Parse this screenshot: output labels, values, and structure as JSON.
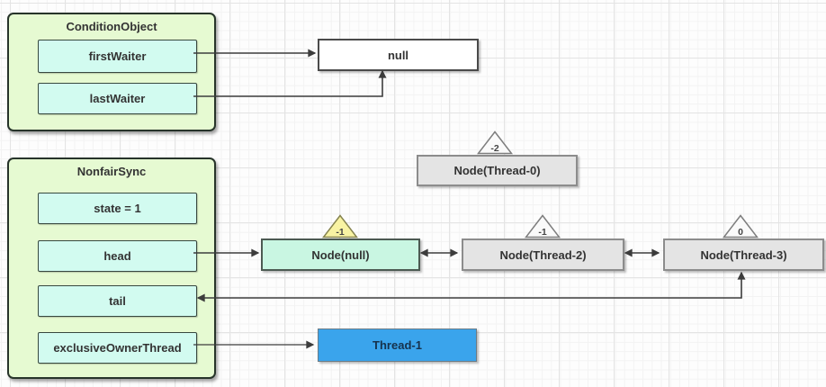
{
  "colors": {
    "container_fill": "#e6fad2",
    "container_border": "#27342a",
    "field_fill": "#d2fbf0",
    "null_fill": "#ffffff",
    "node_gray_fill": "#e4e4e4",
    "node_gray_border": "#8c8c8c",
    "node_mint_fill": "#c9f6e2",
    "badge_yellow_fill": "#f8f3a3",
    "badge_gray_fill": "#fafafa",
    "thread_fill": "#3aa4ec",
    "arrow": "#3c3c3c"
  },
  "condition_object": {
    "title": "ConditionObject",
    "fields": [
      {
        "label": "firstWaiter"
      },
      {
        "label": "lastWaiter"
      }
    ]
  },
  "nonfair_sync": {
    "title": "NonfairSync",
    "fields": [
      {
        "label": "state = 1"
      },
      {
        "label": "head"
      },
      {
        "label": "tail"
      },
      {
        "label": "exclusiveOwnerThread"
      }
    ]
  },
  "null_node": {
    "label": "null"
  },
  "owner_thread": {
    "label": "Thread-1"
  },
  "queue_nodes": [
    {
      "label": "Node(Thread-0)",
      "wait_status": "-2"
    },
    {
      "label": "Node(null)",
      "wait_status": "-1"
    },
    {
      "label": "Node(Thread-2)",
      "wait_status": "-1"
    },
    {
      "label": "Node(Thread-3)",
      "wait_status": "0"
    }
  ]
}
